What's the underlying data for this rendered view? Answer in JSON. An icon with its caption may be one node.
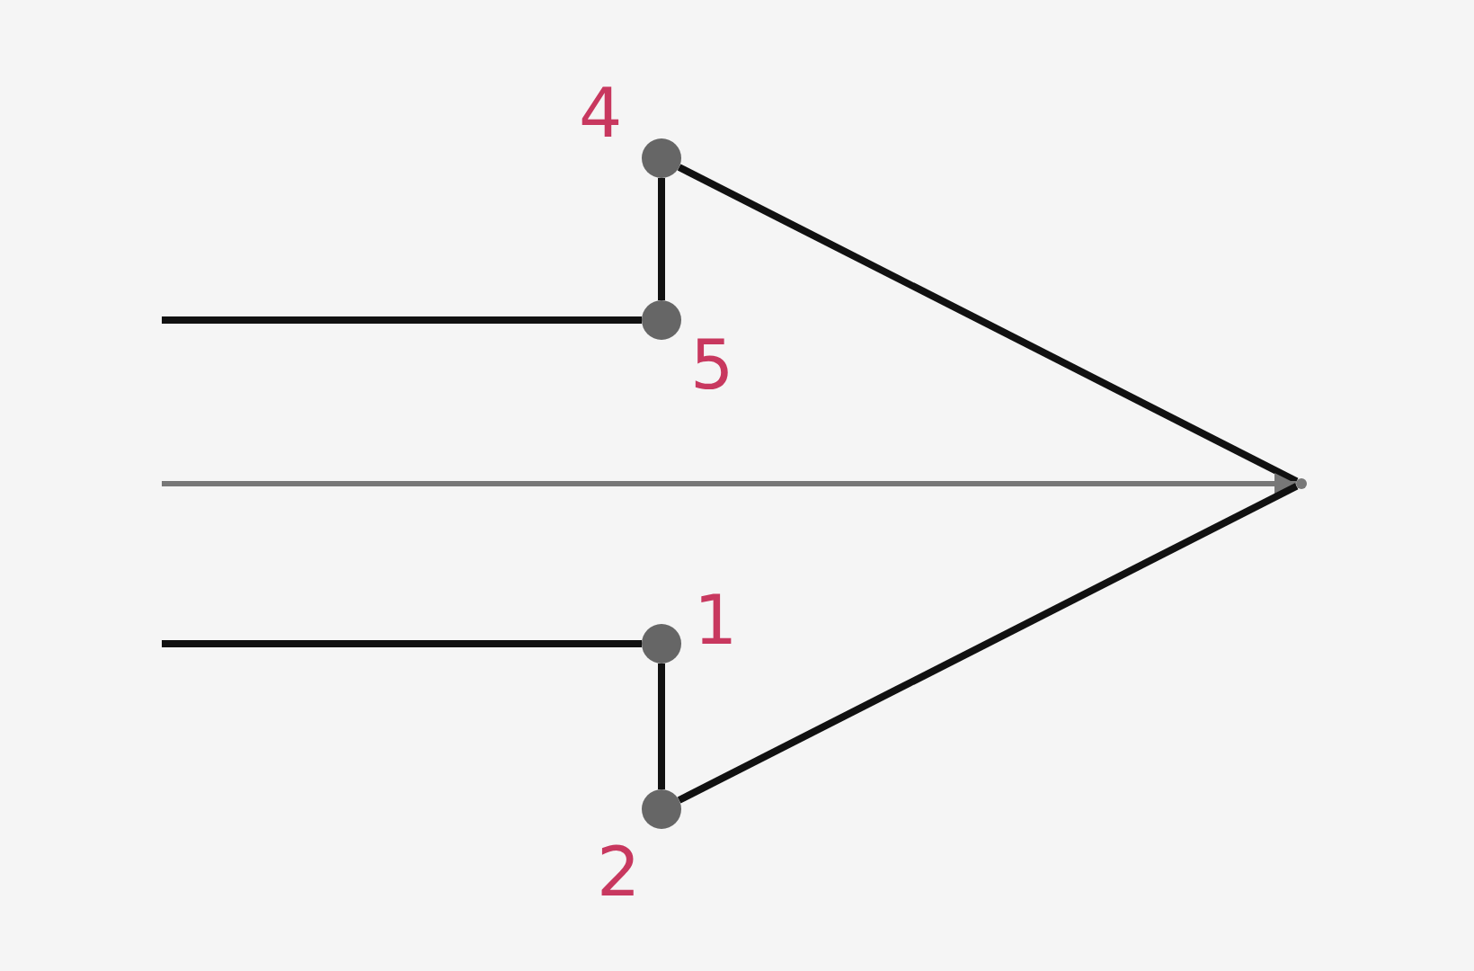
{
  "diagram": {
    "nodes": [
      {
        "text": [],
        "shape": "circle",
        "beside": [
          "4"
        ]
      },
      {
        "text": [],
        "shape": "circle",
        "beside": [
          "5"
        ]
      },
      {
        "text": [],
        "shape": "point"
      },
      {
        "text": [],
        "shape": "circle",
        "beside": [
          "1"
        ]
      },
      {
        "text": [],
        "shape": "circle",
        "beside": [
          "2"
        ]
      }
    ],
    "edges": [
      {
        "from": null,
        "to": 1,
        "arrow": "none"
      },
      {
        "from": 0,
        "to": 1,
        "arrow": "none"
      },
      {
        "from": 0,
        "to": 2,
        "arrow": "none"
      },
      {
        "from": null,
        "to": 2,
        "arrow": "to",
        "color": "#777777"
      },
      {
        "from": null,
        "to": 3,
        "arrow": "none"
      },
      {
        "from": 3,
        "to": 4,
        "arrow": "none"
      },
      {
        "from": 4,
        "to": 2,
        "arrow": "none"
      }
    ]
  }
}
